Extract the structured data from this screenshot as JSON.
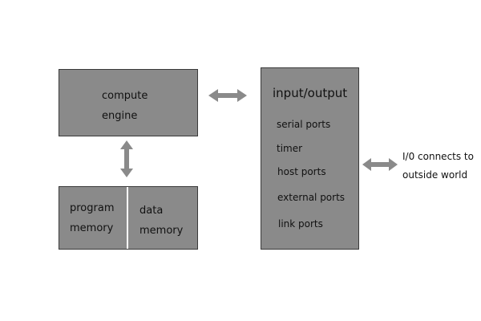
{
  "compute_engine": {
    "line1": "compute",
    "line2": "engine"
  },
  "memory": {
    "program": {
      "line1": "program",
      "line2": "memory"
    },
    "data": {
      "line1": "data",
      "line2": "memory"
    }
  },
  "io": {
    "title": "input/output",
    "items": [
      "serial ports",
      "timer",
      "host ports",
      "external ports",
      "link ports"
    ]
  },
  "outside": {
    "line1": "I/0 connects to",
    "line2": "outside world"
  },
  "colors": {
    "box_fill": "#8a8a8a",
    "box_border": "#3a3a3a",
    "arrow": "#8a8a8a"
  }
}
